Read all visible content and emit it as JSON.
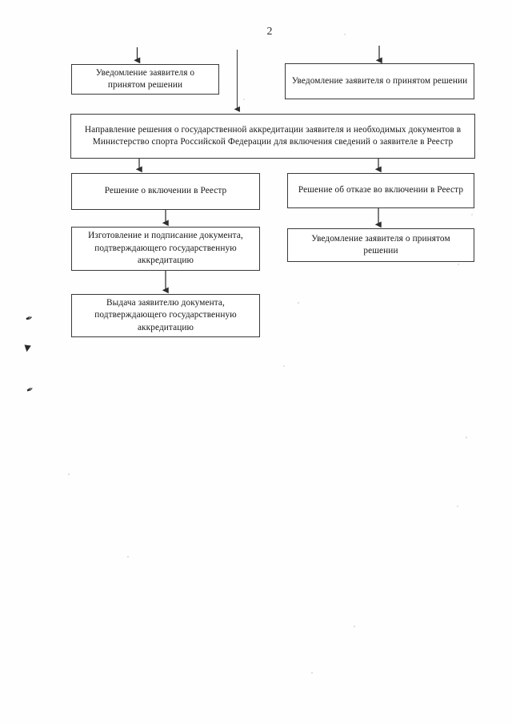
{
  "document": {
    "page_number": "2",
    "type": "flowchart",
    "language": "ru"
  },
  "nodes": [
    {
      "id": "notify-left",
      "label": "Уведомление заявителя о принятом решении",
      "column": "left"
    },
    {
      "id": "notify-right",
      "label": "Уведомление заявителя о принятом решении",
      "column": "right"
    },
    {
      "id": "send-decision",
      "label": "Направление решения о государственной аккредитации заявителя и необходимых документов в Министерство спорта Российской Федерации для включения сведений о заявителе в Реестр",
      "column": "full"
    },
    {
      "id": "include-yes",
      "label": "Решение о включении в Реестр",
      "column": "left"
    },
    {
      "id": "include-no",
      "label": "Решение об отказе во включении в Реестр",
      "column": "right"
    },
    {
      "id": "make-document",
      "label": "Изготовление и подписание документа, подтверждающего государственную аккредитацию",
      "column": "left"
    },
    {
      "id": "notify-right-2",
      "label": "Уведомление заявителя о принятом решении",
      "column": "right"
    },
    {
      "id": "issue-document",
      "label": "Выдача заявителю документа, подтверждающего государственную аккредитацию",
      "column": "left"
    }
  ],
  "connectors": [
    {
      "id": "arrow-into-notify-left",
      "from": "above-page",
      "to": "notify-left"
    },
    {
      "id": "arrow-into-notify-right",
      "from": "above-page",
      "to": "notify-right"
    },
    {
      "id": "arrow-bypass-to-send",
      "from": "above-page",
      "to": "send-decision"
    },
    {
      "id": "arrow-send-to-include-yes",
      "from": "send-decision",
      "to": "include-yes"
    },
    {
      "id": "arrow-send-to-include-no",
      "from": "send-decision",
      "to": "include-no"
    },
    {
      "id": "arrow-yes-to-make-doc",
      "from": "include-yes",
      "to": "make-document"
    },
    {
      "id": "arrow-no-to-notify-2",
      "from": "include-no",
      "to": "notify-right-2"
    },
    {
      "id": "arrow-make-to-issue",
      "from": "make-document",
      "to": "issue-document"
    }
  ],
  "scan_marks": {
    "mark_1": "✒",
    "mark_2": "▼",
    "mark_3": "✒"
  },
  "colors": {
    "page_background": "#fefefe",
    "box_border": "#3a3a3a",
    "text": "#171717",
    "connector": "#2e2e2e"
  }
}
